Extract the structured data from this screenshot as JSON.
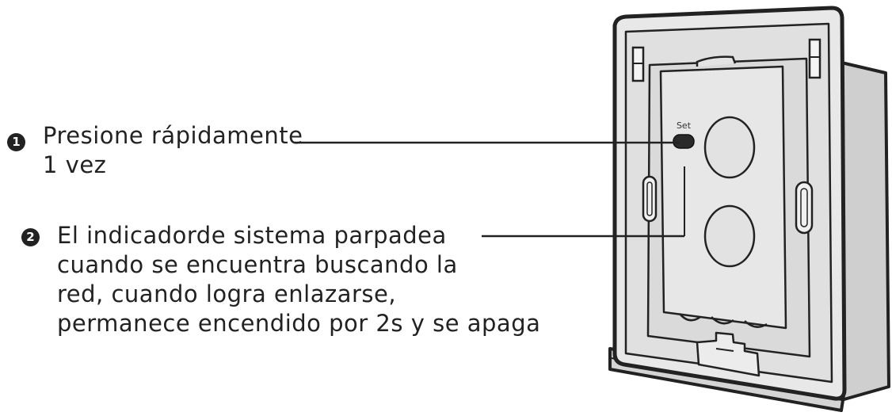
{
  "steps": [
    {
      "number": "1",
      "lines": [
        "Presione rápidamente",
        "1 vez"
      ]
    },
    {
      "number": "2",
      "lines": [
        "El indicadorde sistema parpadea",
        "cuando se encuentra buscando la",
        "red, cuando logra enlazarse,",
        "permanece encendido por 2s y se apaga"
      ]
    }
  ],
  "device": {
    "button_label": "Set"
  },
  "colors": {
    "stroke": "#222222",
    "face": "#e6e6e6",
    "plate": "#d6d6d6"
  }
}
